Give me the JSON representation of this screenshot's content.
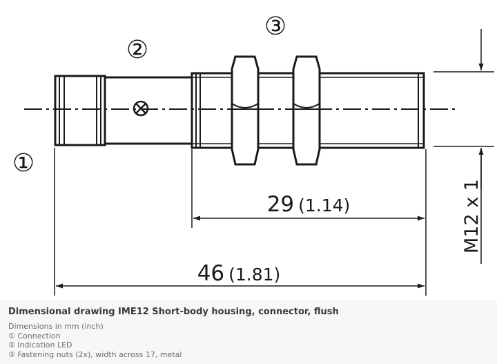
{
  "callouts": [
    "①",
    "②",
    "③"
  ],
  "dimensions": {
    "short": {
      "mm": "29",
      "inch": "(1.14)"
    },
    "long": {
      "mm": "46",
      "inch": "(1.81)"
    },
    "thread": "M12 x 1"
  },
  "caption": {
    "title": "Dimensional drawing IME12 Short-body housing, connector, flush",
    "lines": [
      "Dimensions in mm (inch)",
      "① Connection",
      "② Indication LED",
      "③ Fastening nuts (2x), width across 17, metal"
    ]
  },
  "colors": {
    "line": "#1a1a1a",
    "caption_bg": "#f7f7f7",
    "caption_title": "#3a3a3a",
    "caption_text": "#6a6a6a"
  }
}
